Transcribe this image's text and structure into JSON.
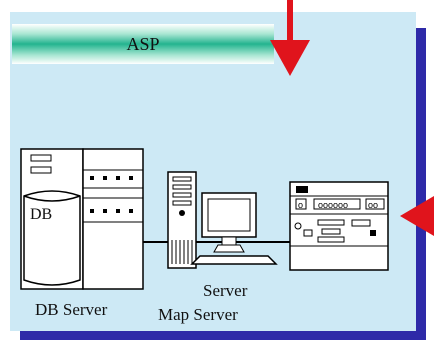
{
  "asp_label": "ASP",
  "db_label": "DB",
  "db_server_label": "DB Server",
  "server_label": "Server",
  "map_server_label": "Map Server",
  "icons": [
    "arrow-down-icon",
    "arrow-left-icon",
    "database-icon",
    "server-rack-icon",
    "tower-computer-icon",
    "monitor-icon",
    "keyboard-icon",
    "network-device-icon"
  ],
  "colors": {
    "panel": "#cde9f5",
    "shadow": "#2e2aa8",
    "arrow": "#e0141c",
    "bar": "#23b48f"
  }
}
